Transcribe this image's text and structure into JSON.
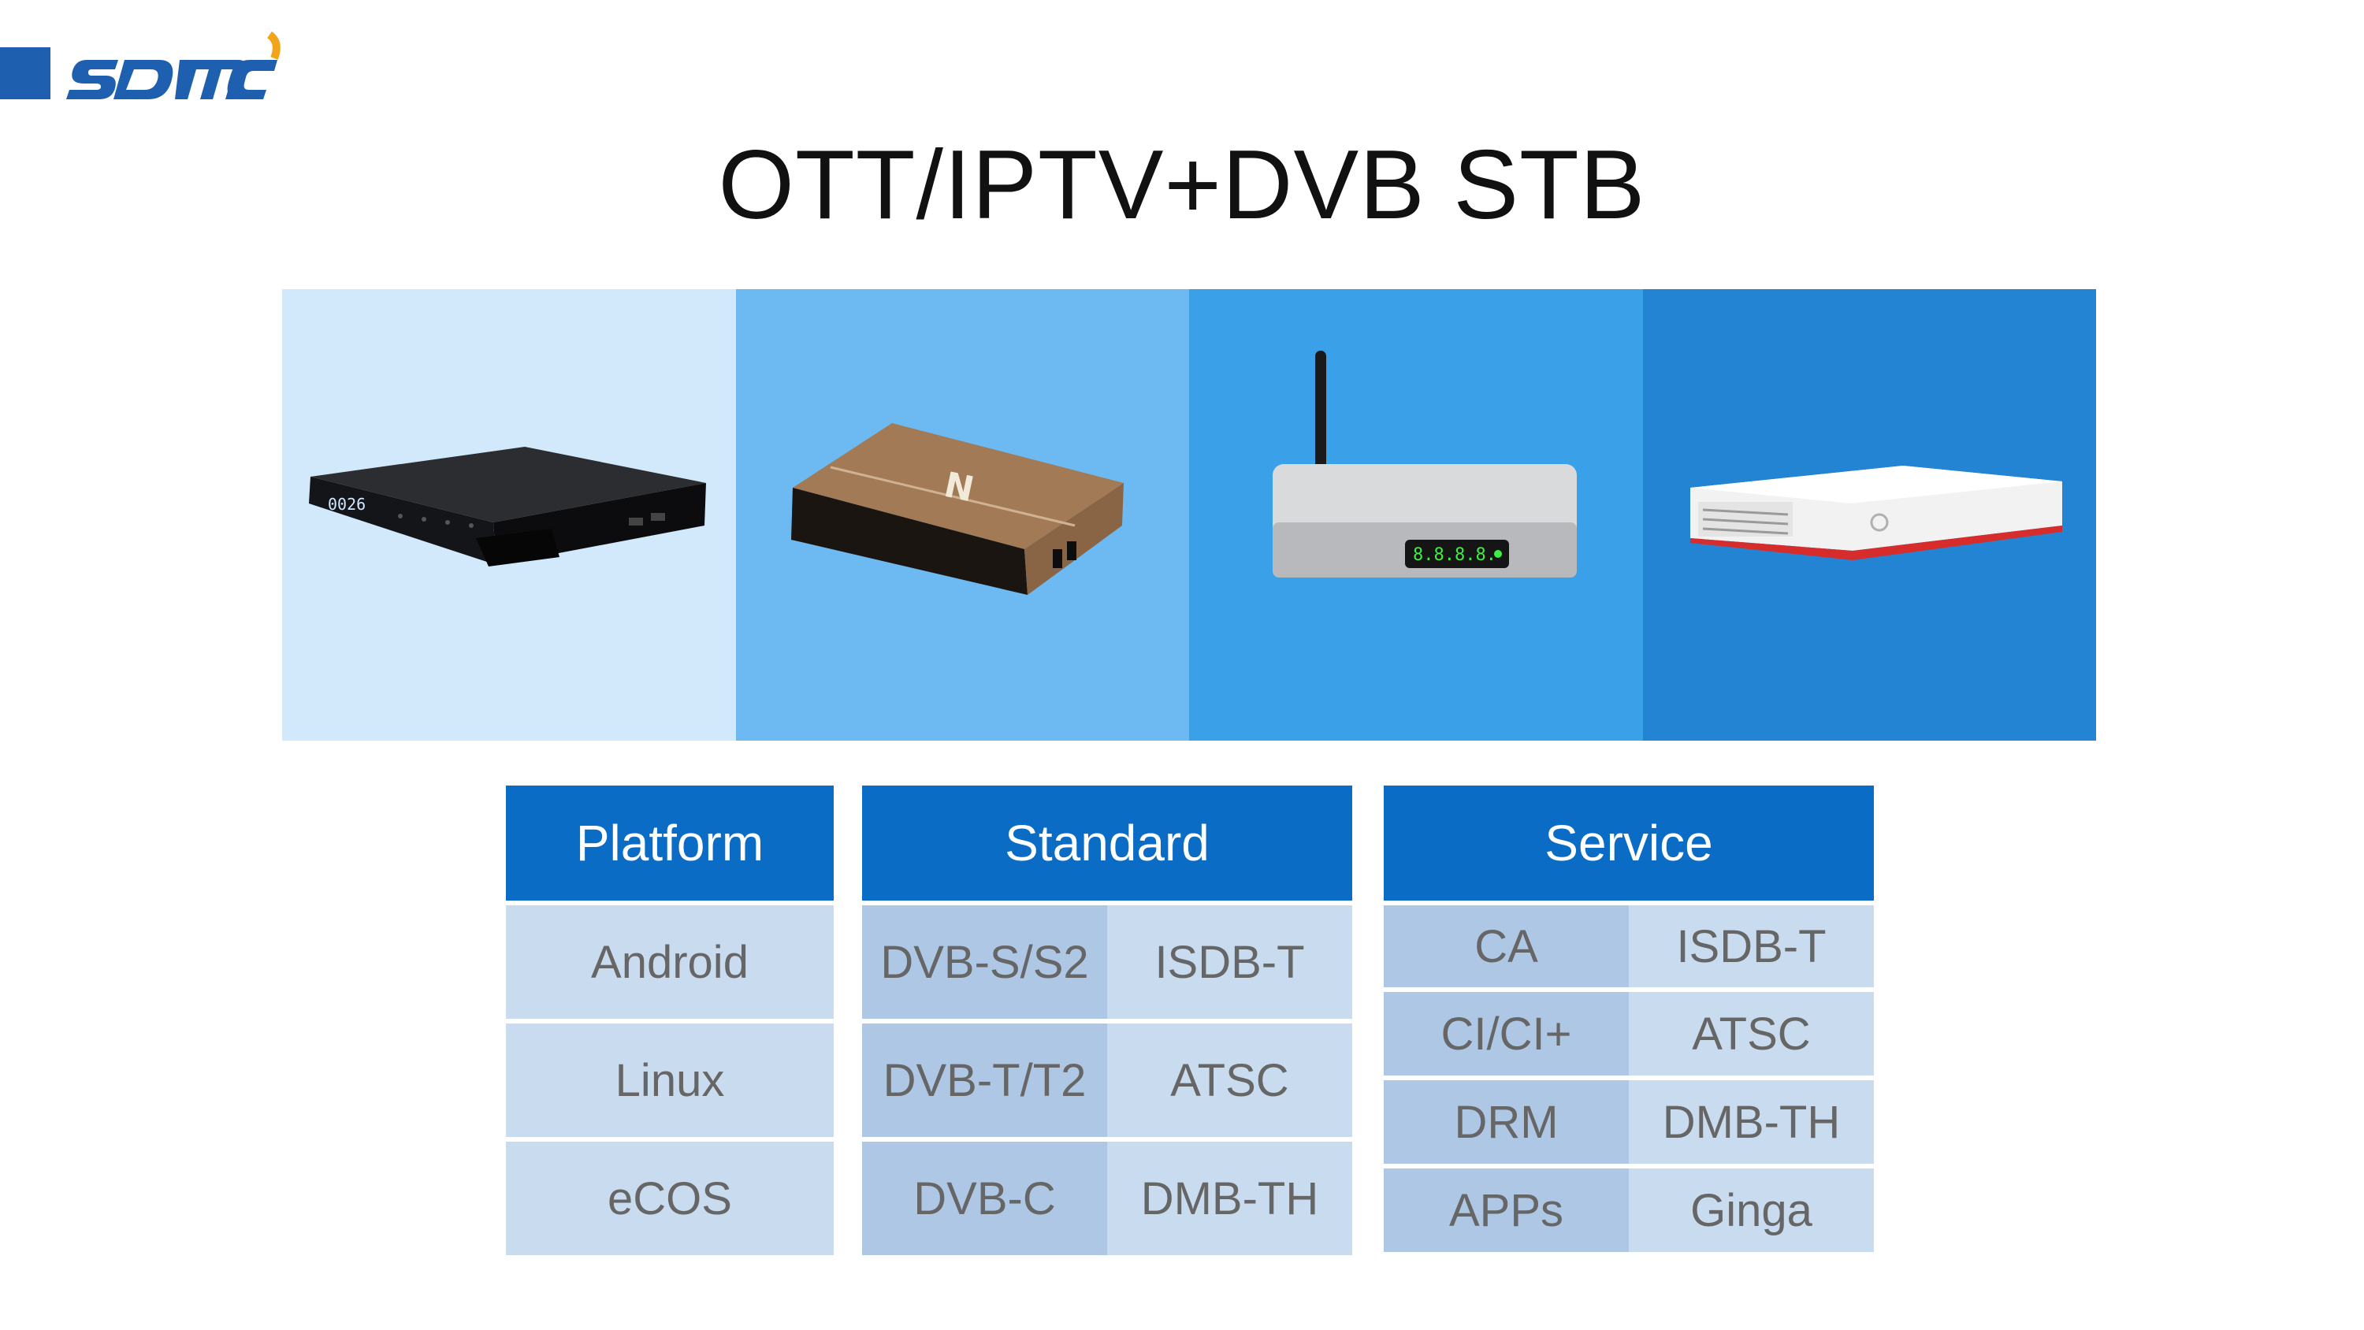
{
  "brand": {
    "logo_text": "SDMC",
    "colors": {
      "primary": "#1f5fb0",
      "accent": "#f2a51a"
    }
  },
  "title": "OTT/IPTV+DVB STB",
  "devices": [
    {
      "name": "black-stb-icon",
      "display": "0026"
    },
    {
      "name": "bronze-stb-icon"
    },
    {
      "name": "silver-stb-antenna-icon",
      "display": "8.8.8.8."
    },
    {
      "name": "white-stb-icon"
    }
  ],
  "tables": {
    "platform": {
      "header": "Platform",
      "rows": [
        [
          "Android"
        ],
        [
          "Linux"
        ],
        [
          "eCOS"
        ]
      ]
    },
    "standard": {
      "header": "Standard",
      "rows": [
        [
          "DVB-S/S2",
          "ISDB-T"
        ],
        [
          "DVB-T/T2",
          "ATSC"
        ],
        [
          "DVB-C",
          "DMB-TH"
        ]
      ]
    },
    "service": {
      "header": "Service",
      "rows": [
        [
          "CA",
          "ISDB-T"
        ],
        [
          "CI/CI+",
          "ATSC"
        ],
        [
          "DRM",
          "DMB-TH"
        ],
        [
          "APPs",
          "Ginga"
        ]
      ]
    }
  },
  "colors": {
    "header_bg": "#0a6cc5",
    "cell_dark": "#adc7e4",
    "cell_light": "#c9dbee",
    "panels": [
      "#d2e8fb",
      "#6cbaf1",
      "#3aa0e7",
      "#2384d3"
    ]
  }
}
